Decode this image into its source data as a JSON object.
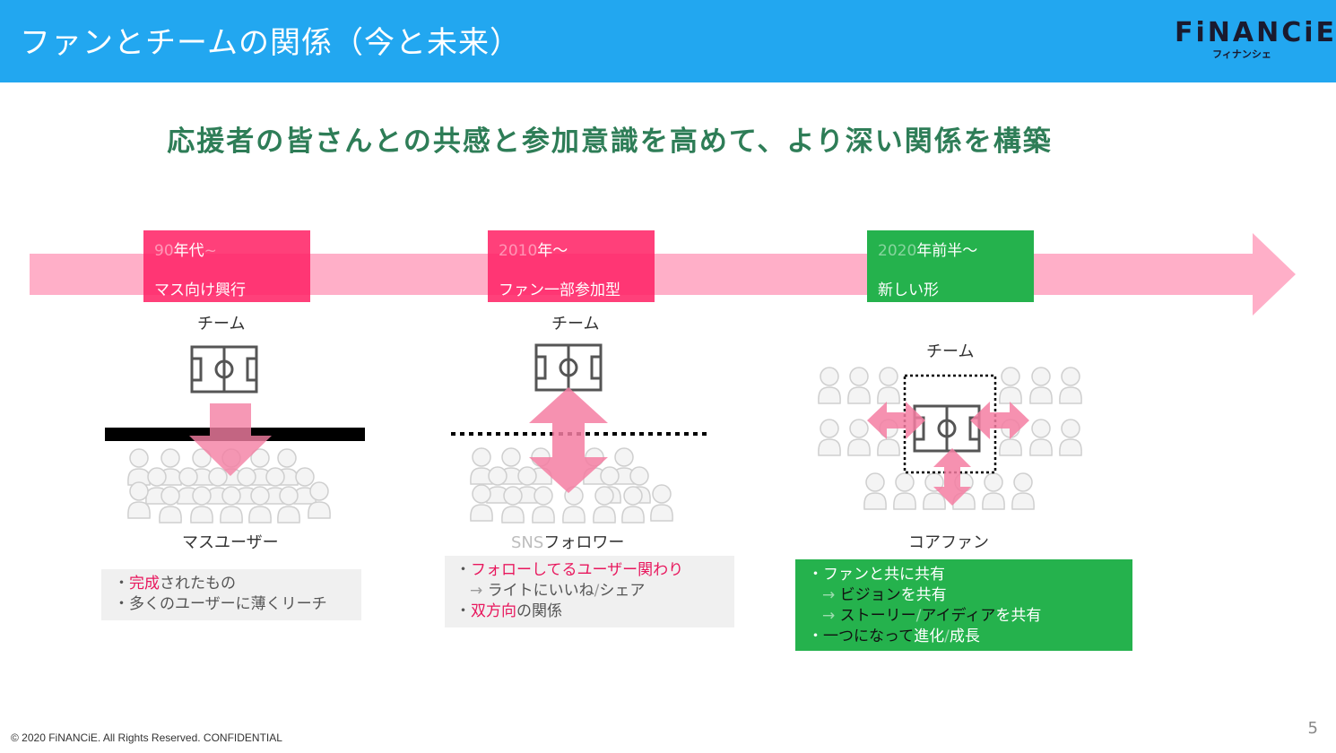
{
  "header": {
    "title": "ファンとチームの関係（今と未来）",
    "logo_main": "FiNANCiE",
    "logo_sub": "フィナンシェ"
  },
  "headline": "応援者の皆さんとの共感と参加意識を高めて、より深い関係を構築",
  "eras": [
    {
      "year": "90",
      "suffix": "年代",
      "trail": "~",
      "title": "マス向け興行",
      "team_label": "チーム",
      "audience_label": "マスユーザー",
      "notes": [
        {
          "prefix": "・",
          "highlight": "完成",
          "rest": "されたもの"
        },
        {
          "prefix": "・",
          "highlight": "",
          "rest": "多くのユーザーに薄くリーチ"
        }
      ]
    },
    {
      "year": "2010",
      "suffix": "年～",
      "trail": "",
      "title": "ファン一部参加型",
      "team_label": "チーム",
      "audience_prefix": "SNS",
      "audience_label": "フォロワー",
      "notes": [
        {
          "prefix": "・",
          "highlight": "フォローしてるユーザー関わり",
          "rest": ""
        },
        {
          "prefix": "→ ",
          "a": "ライトにいいね",
          "sep": "/",
          "b": "シェア"
        },
        {
          "prefix": "・",
          "highlight": "双方向",
          "rest": "の関係"
        }
      ]
    },
    {
      "year": "2020",
      "suffix": "年前半～",
      "title": "新しい形",
      "team_label": "チーム",
      "audience_label": "コアファン",
      "notes": [
        {
          "prefix": "・",
          "text": "ファンと共に共有"
        },
        {
          "prefix": "→ ",
          "strong": "ビジョン",
          "rest": "を共有"
        },
        {
          "prefix": "→ ",
          "strong": "ストーリー",
          "sep": "/",
          "strong2": "アイディア",
          "rest": "を共有"
        },
        {
          "prefix": "・",
          "strong": "一つになって",
          "rest": "進化",
          "sep": "/",
          "rest2": "成長"
        }
      ]
    }
  ],
  "colors": {
    "header_bg": "#22a7f0",
    "headline": "#2e7d57",
    "era_pink": "#ff2668",
    "era_green": "#25b24d",
    "timeline_arrow": "#ffafc8",
    "highlight": "#e8175d"
  },
  "footer": {
    "copyright": "© 2020 FiNANCiE. All Rights Reserved. CONFIDENTIAL",
    "page_number": "5"
  }
}
